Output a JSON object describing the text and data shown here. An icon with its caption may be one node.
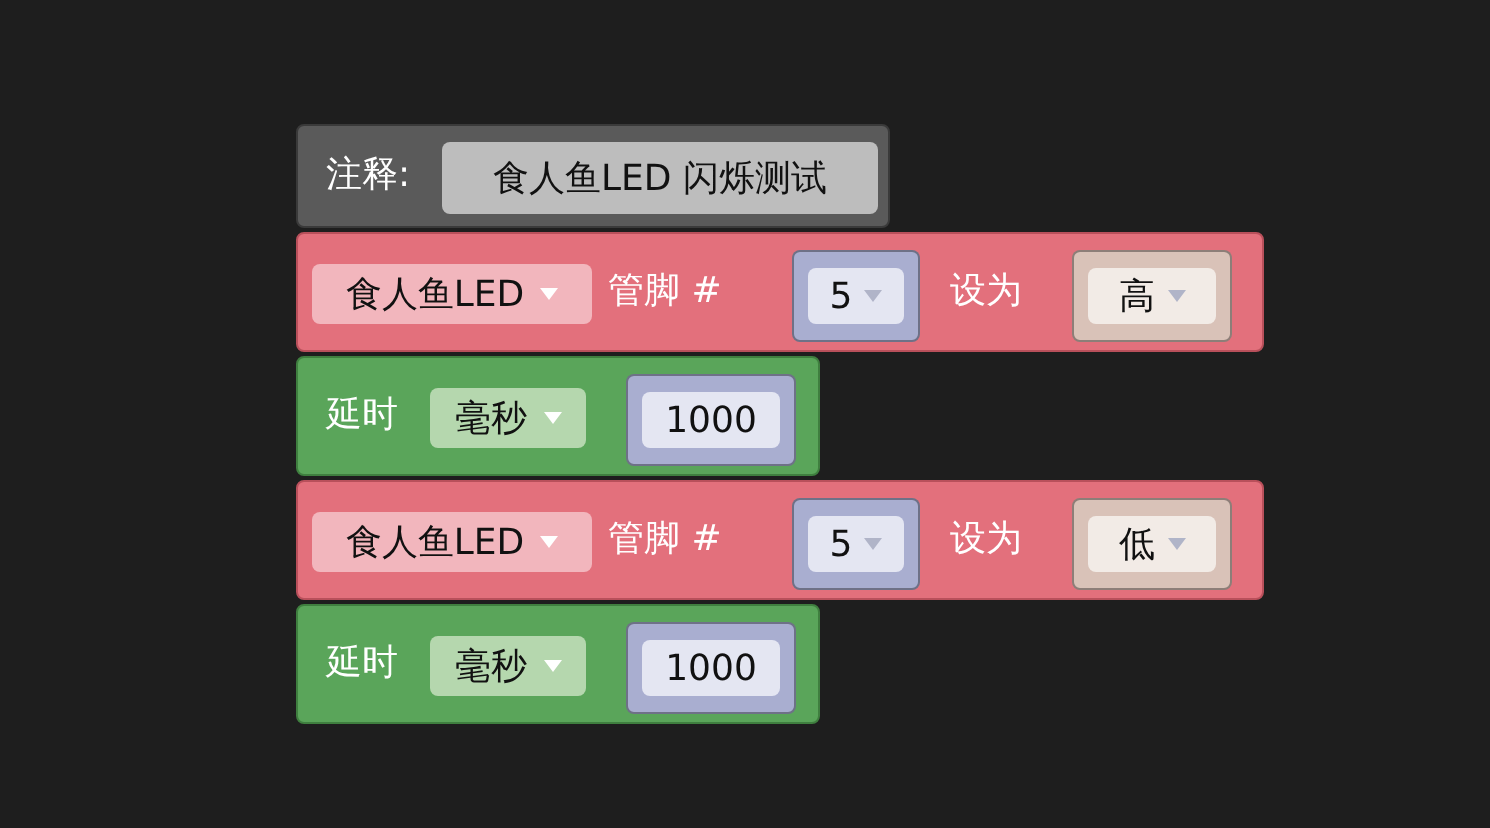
{
  "diagram": {
    "nodes": [
      {
        "text": [
          "注释:"
        ]
      },
      {
        "text": [
          "食人鱼LED 闪烁测试"
        ],
        "in": 0
      },
      {
        "text": [
          "管脚 #",
          "设为"
        ]
      },
      {
        "text": [
          "食人鱼LED"
        ],
        "in": 2
      },
      {
        "text": [
          "5"
        ],
        "in": 2
      },
      {
        "text": [
          "高"
        ],
        "in": 2
      },
      {
        "text": [
          "延时"
        ]
      },
      {
        "text": [
          "毫秒"
        ],
        "in": 6
      },
      {
        "text": [
          "1000"
        ],
        "in": 6
      },
      {
        "text": [
          "管脚 #",
          "设为"
        ]
      },
      {
        "text": [
          "食人鱼LED"
        ],
        "in": 9
      },
      {
        "text": [
          "5"
        ],
        "in": 9
      },
      {
        "text": [
          "低"
        ],
        "in": 9
      },
      {
        "text": [
          "延时"
        ]
      },
      {
        "text": [
          "毫秒"
        ],
        "in": 13
      },
      {
        "text": [
          "1000"
        ],
        "in": 13
      }
    ],
    "edges": []
  }
}
